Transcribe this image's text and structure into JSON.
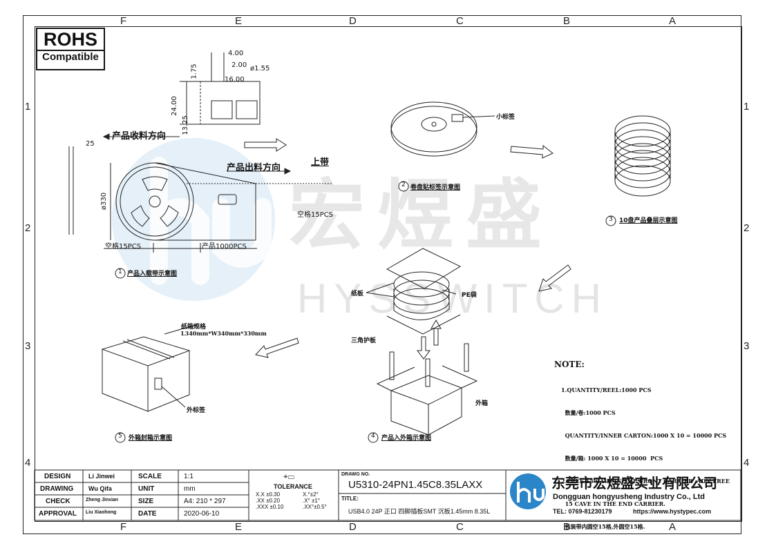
{
  "zones_top": [
    "F",
    "E",
    "D",
    "C",
    "B",
    "A"
  ],
  "zones_bottom": [
    "F",
    "E",
    "D",
    "C",
    "B",
    "A"
  ],
  "rows": [
    "1",
    "2",
    "3",
    "4"
  ],
  "rohs": {
    "line1": "ROHS",
    "line2": "Compatible"
  },
  "watermark": {
    "cn": "宏煜盛",
    "en": "HYSSWITCH"
  },
  "dims": {
    "d400": "4.00",
    "d200": "2.00",
    "d155": "ø1.55",
    "d1600": "16.00",
    "d175": "1.75",
    "d2400": "24.00",
    "d1325": "13.25",
    "d25": "25",
    "d330": "ø330"
  },
  "labels": {
    "feed_in": "产品收料方向",
    "feed_out": "产品出料方向",
    "top_tape": "上带",
    "empty_right": "空格15PCS",
    "empty_left": "空格15PCS",
    "product": "产品1000PCS",
    "step1": "产品入载带示意图",
    "step2": "卷盘贴标签示意图",
    "small_label": "小标签",
    "step3": "10盘产品叠层示意图",
    "paper_board": "纸板",
    "pe_bag": "PE袋",
    "triangle": "三角护板",
    "carton": "外箱",
    "step4": "产品入外箱示意图",
    "carton_spec": "纸箱规格",
    "carton_size": "L340mm*W340mm*330mm",
    "outer_label": "外标签",
    "step5": "外箱封箱示意图"
  },
  "circle_nums": {
    "n1": "1",
    "n2": "2",
    "n3": "3",
    "n4": "4",
    "n5": "5"
  },
  "note": {
    "title": "NOTE:",
    "lines": [
      "1.QUANTITY/REEL:1000 PCS",
      "  数量/卷:1000 PCS",
      "  QUANTITY/INNER CARTON:1000 X 10 = 10000 PCS",
      "  数量/箱: 1000 X 10 = 10000  PCS",
      "2.FREE 15 CAVE IN THE FRONT CARRIER  ADN FREE",
      "  15 CAVE IN THE END CARRIER.",
      "  包装带内圆空15格,外圆空15格."
    ]
  },
  "title_block": {
    "rows": [
      {
        "role": "DESIGN",
        "name": "Li Jinwei",
        "key": "SCALE",
        "value": "1:1"
      },
      {
        "role": "DRAWING",
        "name": "Wu Qifa",
        "key": "UNIT",
        "value": "mm"
      },
      {
        "role": "CHECK",
        "name": "Zheng Jinxian",
        "key": "SIZE",
        "value": "A4: 210 * 297"
      },
      {
        "role": "APPROVAL",
        "name": "Liu Xiaohong",
        "key": "DATE",
        "value": "2020-06-10"
      }
    ],
    "tolerance_title": "TOLERANCE",
    "tol_left": [
      "X.X  ±0.30",
      ".XX  ±0.20",
      ".XXX  ±0.10"
    ],
    "tol_right": [
      "X.°±2°",
      ".X° ±1°",
      ".XX°±0.5°"
    ],
    "drawing_no_label": "DRAWG NO.",
    "drawing_no": "U5310-24PN1.45C8.35LAXX",
    "title_label": "TITLE:",
    "title": "USB4.0 24P 正口 四脚插板SMT 沉板1.45mm 8.35L",
    "company_cn": "东莞市宏煜盛实业有限公司",
    "company_en": "Dongguan hongyusheng Industry Co., Ltd",
    "tel": "TEL: 0769-81230179",
    "web": "https://www.hystypec.com"
  }
}
